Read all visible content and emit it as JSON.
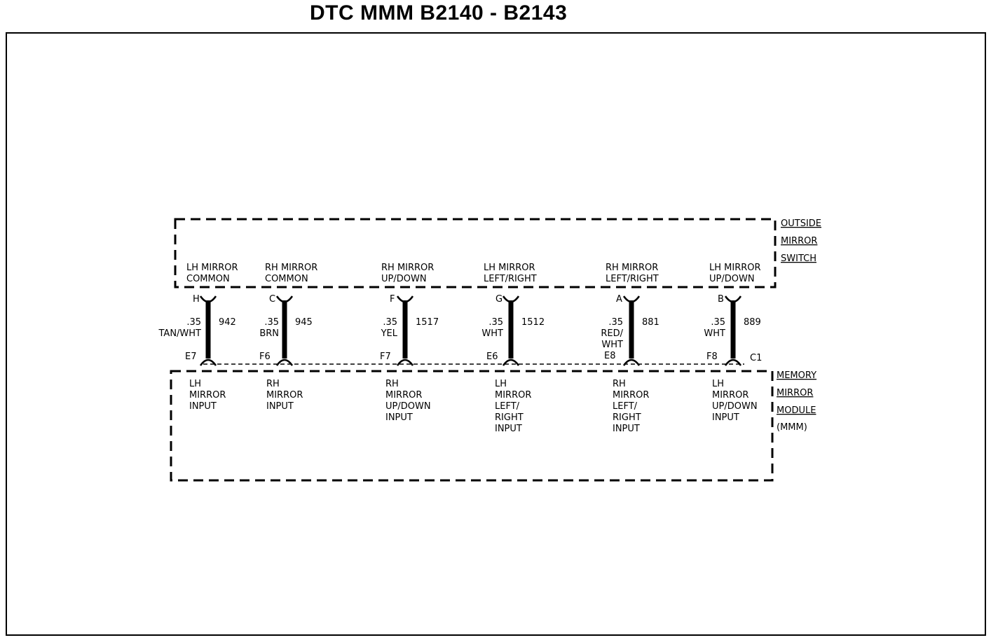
{
  "title": "DTC MMM B2140 - B2143",
  "switch": {
    "name_lines": [
      "OUTSIDE",
      "MIRROR",
      "SWITCH"
    ]
  },
  "module": {
    "name_lines": [
      "MEMORY",
      "MIRROR",
      "MODULE",
      "(MMM)"
    ]
  },
  "circuits": [
    {
      "id": "lh-common",
      "switch_label": [
        "LH MIRROR",
        "COMMON"
      ],
      "switch_pin": "H",
      "gauge": ".35",
      "color": [
        "TAN/WHT"
      ],
      "circuit": "942",
      "module_pin": "E7",
      "module_label": [
        "LH",
        "MIRROR",
        "INPUT"
      ]
    },
    {
      "id": "rh-common",
      "switch_label": [
        "RH MIRROR",
        "COMMON"
      ],
      "switch_pin": "C",
      "gauge": ".35",
      "color": [
        "BRN"
      ],
      "circuit": "945",
      "module_pin": "F6",
      "module_label": [
        "RH",
        "MIRROR",
        "INPUT"
      ]
    },
    {
      "id": "rh-updown",
      "switch_label": [
        "RH MIRROR",
        "UP/DOWN"
      ],
      "switch_pin": "F",
      "gauge": ".35",
      "color": [
        "YEL"
      ],
      "circuit": "1517",
      "module_pin": "F7",
      "module_label": [
        "RH",
        "MIRROR",
        "UP/DOWN",
        "INPUT"
      ]
    },
    {
      "id": "lh-leftright",
      "switch_label": [
        "LH MIRROR",
        "LEFT/RIGHT"
      ],
      "switch_pin": "G",
      "gauge": ".35",
      "color": [
        "WHT"
      ],
      "circuit": "1512",
      "module_pin": "E6",
      "module_label": [
        "LH",
        "MIRROR",
        "LEFT/",
        "RIGHT",
        "INPUT"
      ]
    },
    {
      "id": "rh-leftright",
      "switch_label": [
        "RH MIRROR",
        "LEFT/RIGHT"
      ],
      "switch_pin": "A",
      "gauge": ".35",
      "color": [
        "RED/",
        "WHT"
      ],
      "circuit": "881",
      "module_pin": "E8",
      "module_label": [
        "RH",
        "MIRROR",
        "LEFT/",
        "RIGHT",
        "INPUT"
      ]
    },
    {
      "id": "lh-updown",
      "switch_label": [
        "LH MIRROR",
        "UP/DOWN"
      ],
      "switch_pin": "B",
      "gauge": ".35",
      "color": [
        "WHT"
      ],
      "circuit": "889",
      "module_pin": "F8",
      "module_label": [
        "LH",
        "MIRROR",
        "UP/DOWN",
        "INPUT"
      ]
    }
  ],
  "connector_id": "C1"
}
